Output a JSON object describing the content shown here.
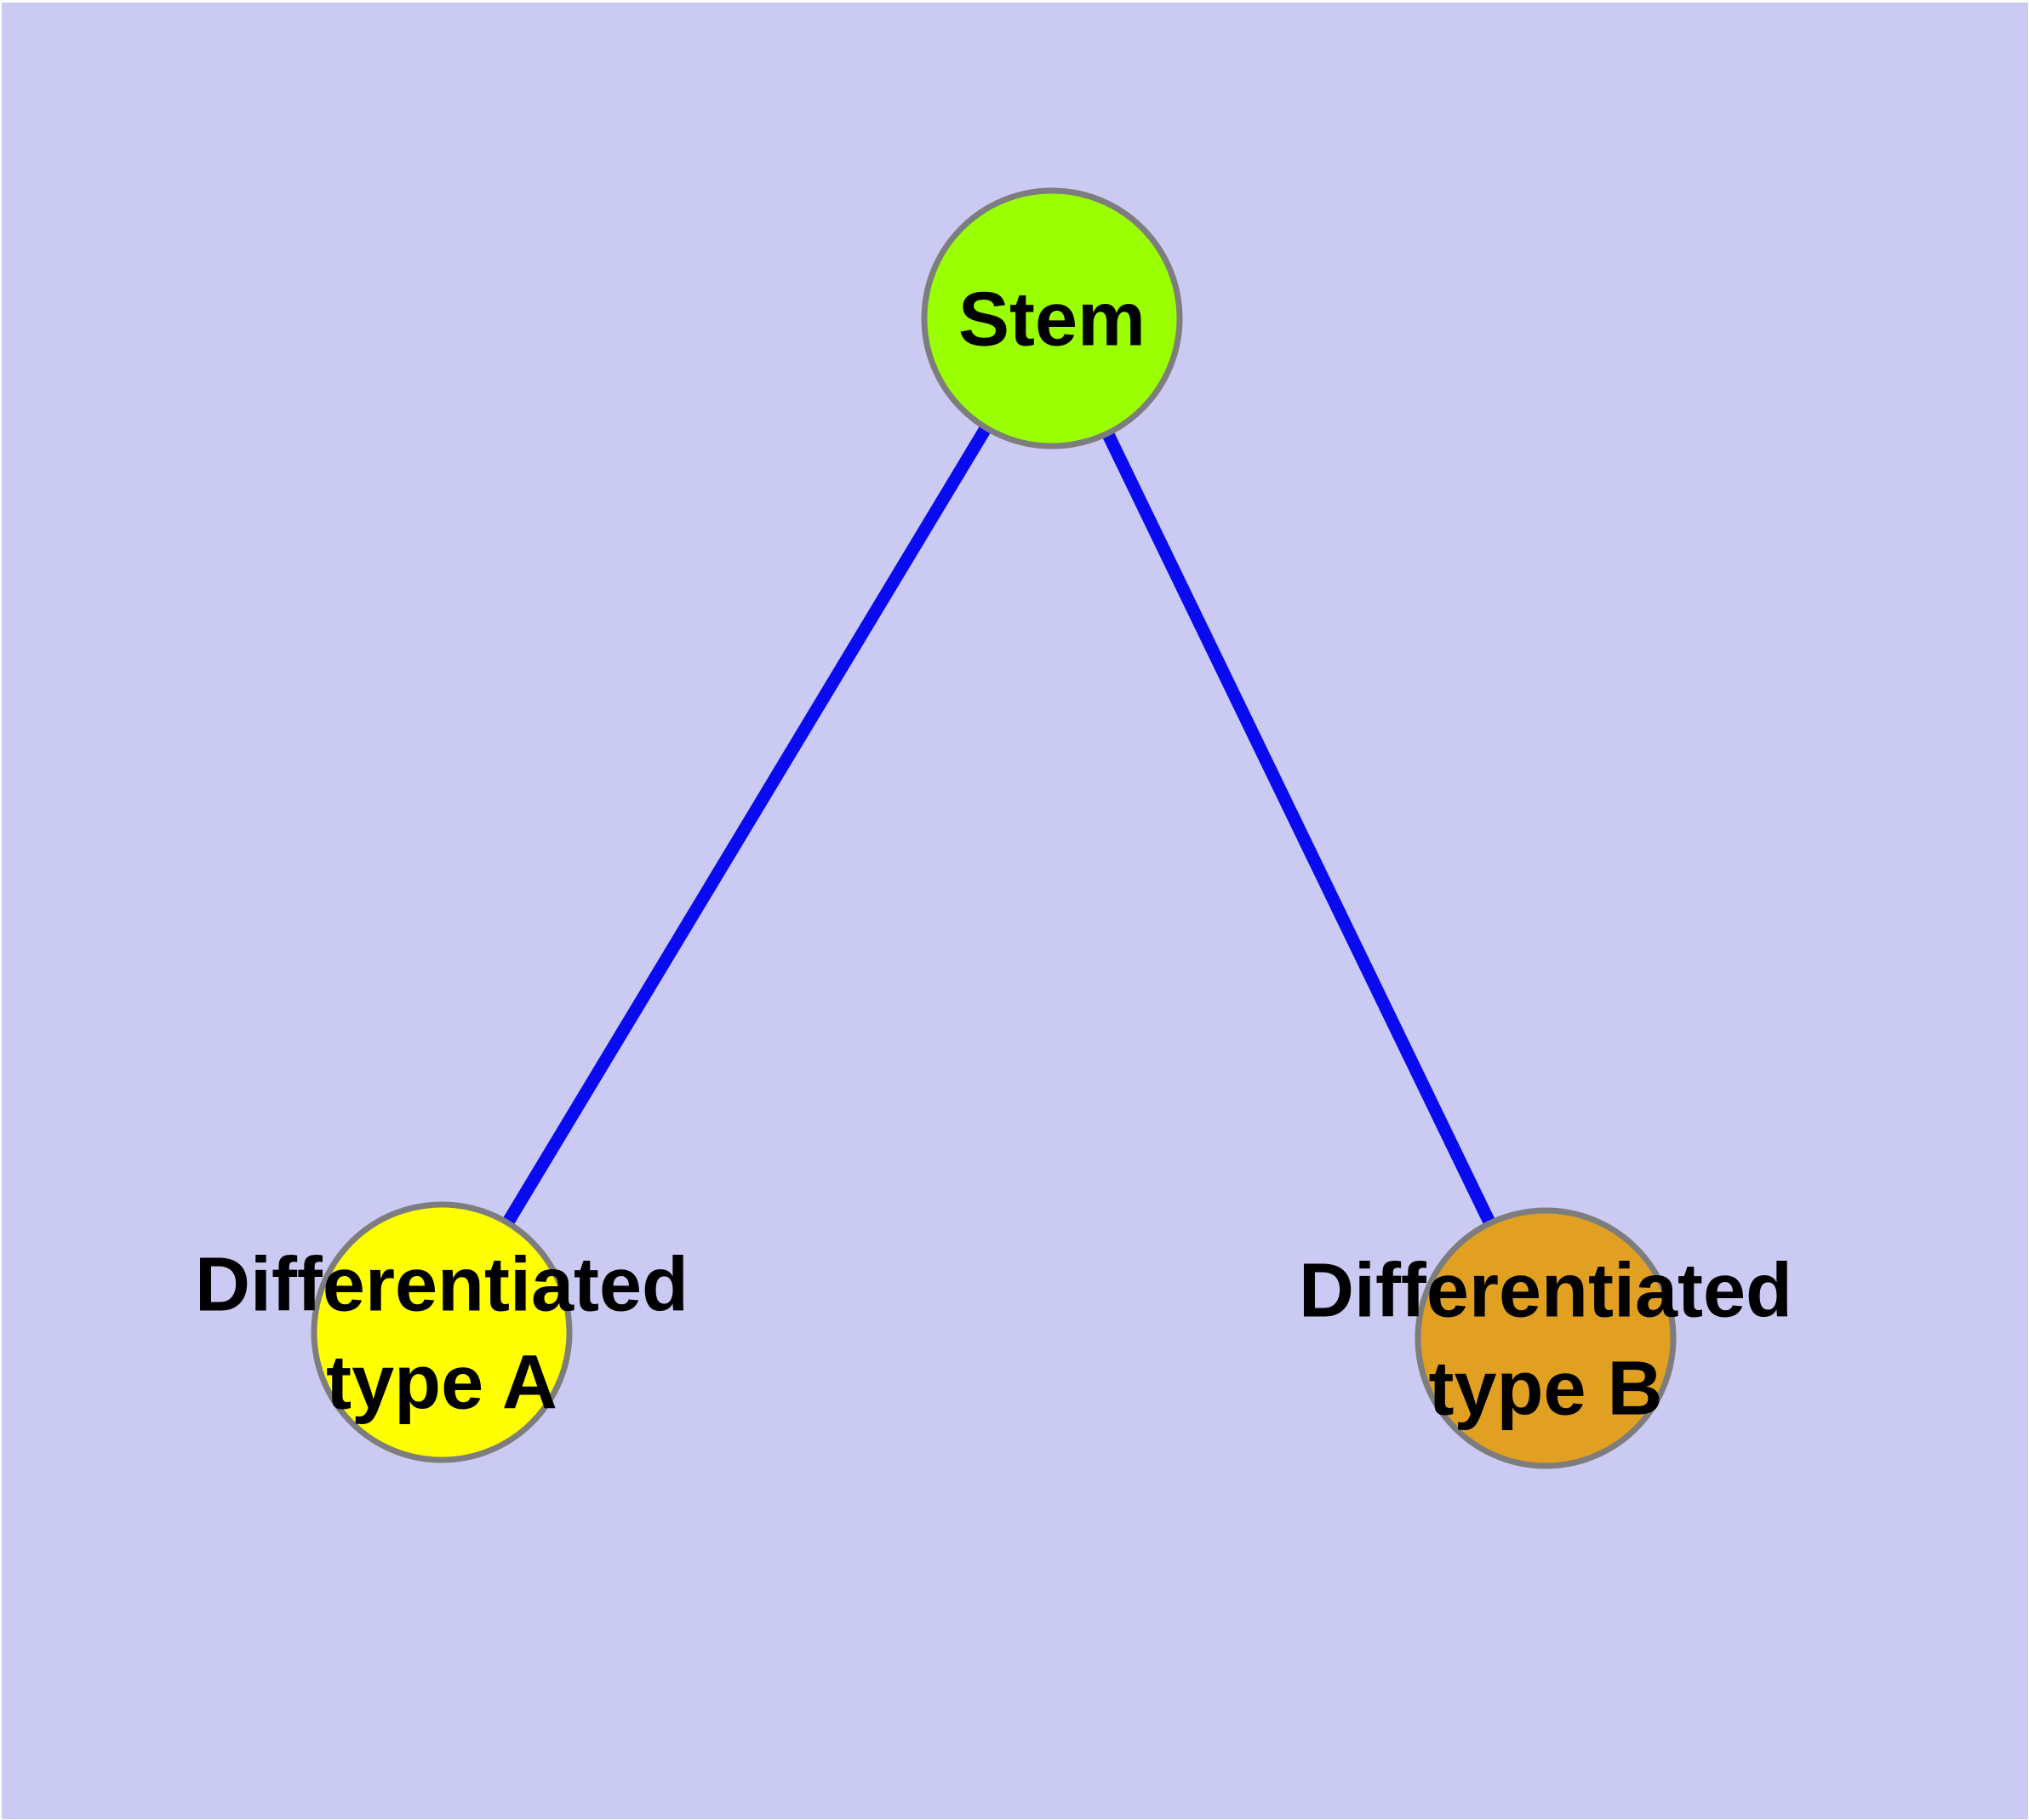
{
  "diagram": {
    "type": "node-link-graph",
    "description": "Cell differentiation tree: a stem node connected to two differentiated cell-type nodes",
    "background_color": "#CACAF3",
    "frame_color": "#FFFFFF",
    "label_color": "#000000",
    "node_border_color": "#7D7D7D",
    "edge_color": "#0A0AF0",
    "nodes": [
      {
        "id": "stem",
        "label": "Stem",
        "lines": [
          "Stem"
        ],
        "fill": "#9AFF00"
      },
      {
        "id": "differentiated-type-a",
        "label": "Differentiated type A",
        "lines": [
          "Differentiated",
          "type A"
        ],
        "fill": "#FFFF00"
      },
      {
        "id": "differentiated-type-b",
        "label": "Differentiated type B",
        "lines": [
          "Differentiated",
          "type B"
        ],
        "fill": "#E2A023"
      }
    ],
    "edges": [
      {
        "from": "stem",
        "to": "differentiated-type-a"
      },
      {
        "from": "stem",
        "to": "differentiated-type-b"
      }
    ]
  }
}
